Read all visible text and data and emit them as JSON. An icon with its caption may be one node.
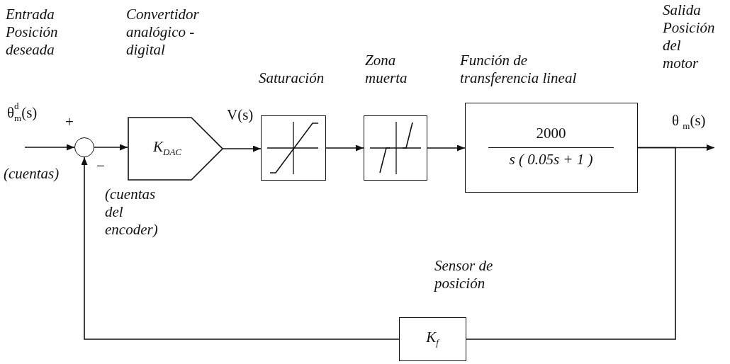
{
  "diagram": {
    "nodes": [
      {
        "text": [],
        "shape": "circle"
      },
      {
        "text": [
          "Convertidor analógico -digital",
          "K$_{DAC}$"
        ]
      },
      {
        "text": [
          "Saturación"
        ]
      },
      {
        "text": [
          "Zona muerta"
        ]
      },
      {
        "text": [
          "Función de transferencia lineal",
          "2000",
          "s ( 0.05s + 1 )"
        ]
      },
      {
        "text": [
          "Sensor de posición",
          "K$_{f}$"
        ]
      }
    ],
    "edges": [
      {
        "from": null,
        "to": 0,
        "arrow": "to",
        "label": "θ$^{d}$$_{m}$(s)"
      },
      {
        "from": 0,
        "to": 1,
        "arrow": "to"
      },
      {
        "from": 1,
        "to": 2,
        "arrow": "to",
        "label": "V(s)"
      },
      {
        "from": 2,
        "to": 3,
        "arrow": "to"
      },
      {
        "from": 3,
        "to": 4,
        "arrow": "to"
      },
      {
        "from": 4,
        "to": null,
        "arrow": "to",
        "label": "θ $_{m}$(s)"
      },
      {
        "from": 4,
        "to": 5,
        "arrow": "none"
      },
      {
        "from": 5,
        "to": 0,
        "arrow": "to"
      }
    ],
    "labels": [
      "Entrada Posición deseada",
      "+",
      "(cuentas)",
      "−",
      "(cuentas del encoder)",
      "Salida Posición del motor"
    ]
  }
}
